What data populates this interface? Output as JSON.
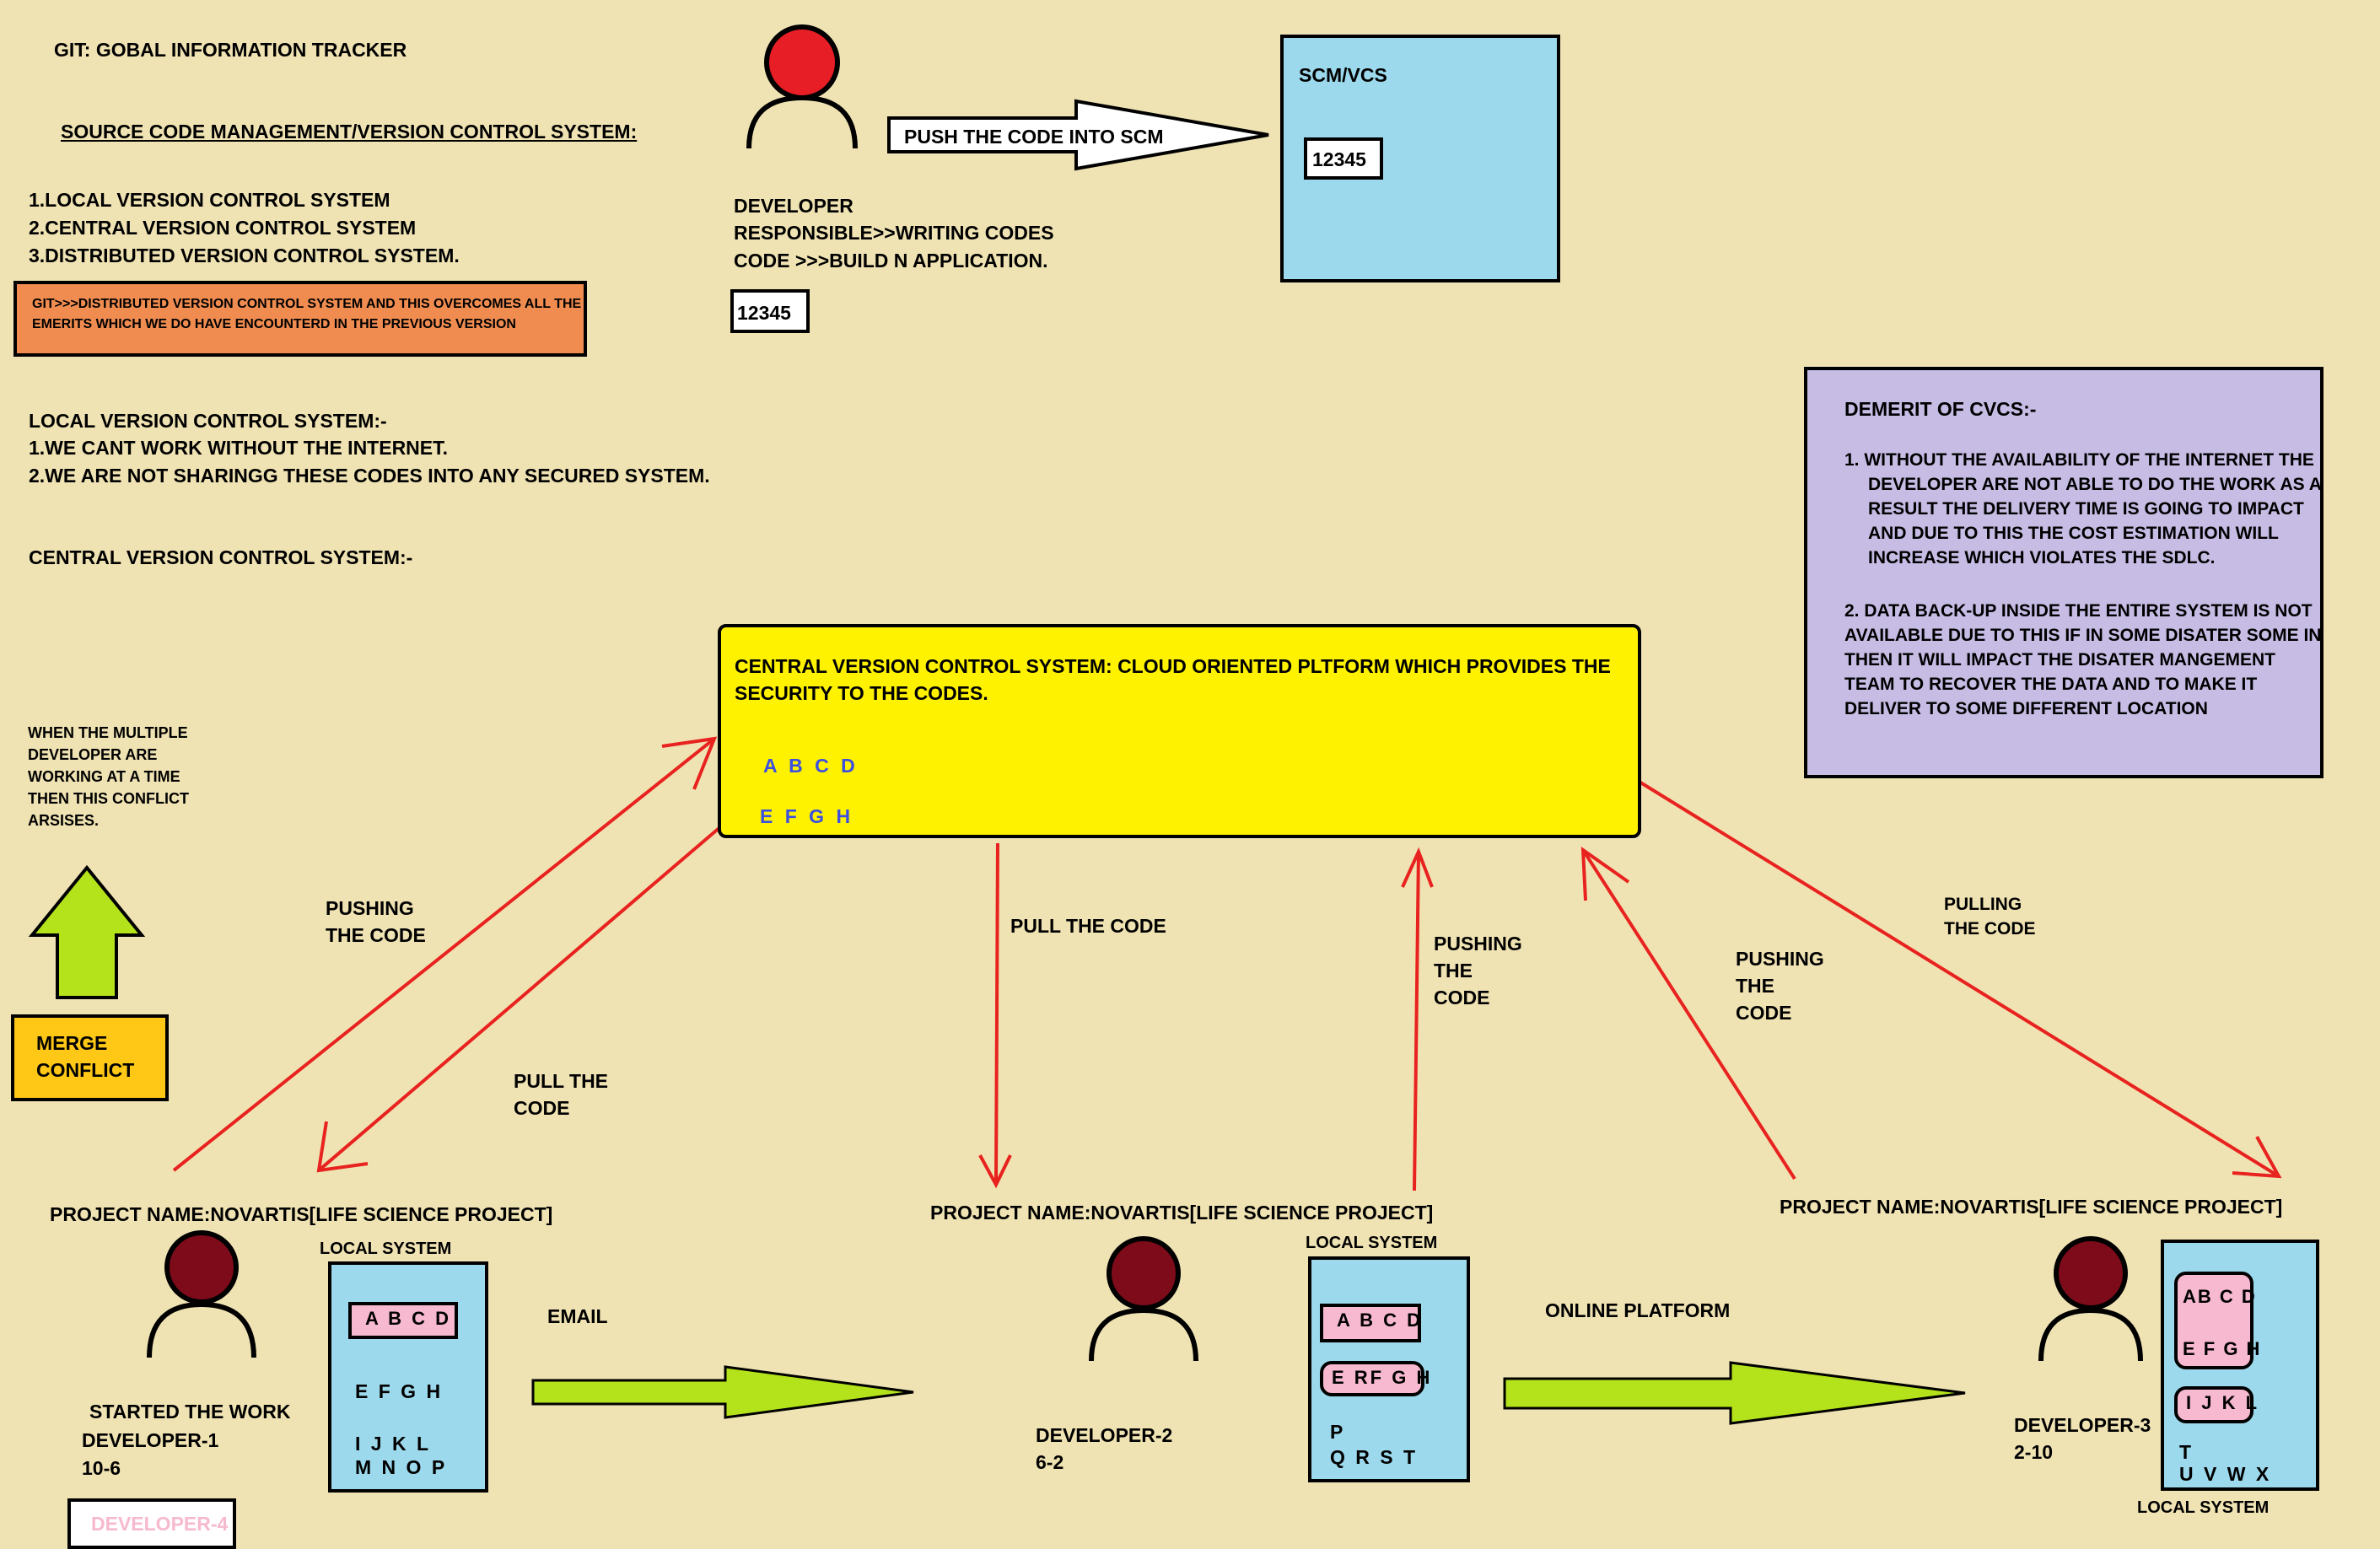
{
  "header": {
    "title": "GIT: GOBAL INFORMATION TRACKER",
    "scm_heading": "SOURCE CODE MANAGEMENT/VERSION CONTROL SYSTEM:",
    "vcs_types": [
      "1.LOCAL VERSION CONTROL SYSTEM",
      "2.CENTRAL VERSION CONTROL SYSTEM",
      "3.DISTRIBUTED VERSION CONTROL SYSTEM."
    ],
    "git_note": [
      "GIT>>>DISTRIBUTED VERSION CONTROL SYSTEM AND THIS OVERCOMES ALL THE",
      "EMERITS WHICH WE DO HAVE ENCOUNTERD IN THE PREVIOUS VERSION"
    ]
  },
  "local_vcs": {
    "heading": "LOCAL VERSION CONTROL SYSTEM:-",
    "points": [
      "1.WE CANT WORK WITHOUT THE INTERNET.",
      "2.WE ARE NOT SHARINGG THESE CODES INTO ANY SECURED SYSTEM."
    ]
  },
  "central_vcs_heading": "CENTRAL VERSION CONTROL SYSTEM:-",
  "top_developer": {
    "lines": [
      "DEVELOPER",
      "RESPONSIBLE>>WRITING CODES",
      "CODE >>>BUILD N APPLICATION."
    ],
    "code": "12345",
    "push_label": "PUSH THE CODE INTO SCM"
  },
  "scm_box": {
    "title": "SCM/VCS",
    "code": "12345"
  },
  "cvcs_box": {
    "title_lines": [
      "CENTRAL VERSION CONTROL SYSTEM: CLOUD ORIENTED PLTFORM WHICH PROVIDES THE",
      "SECURITY TO THE CODES."
    ],
    "code_lines": [
      "A B C D",
      "E F G H"
    ]
  },
  "demerit": {
    "title": "DEMERIT OF CVCS:-",
    "point1": [
      "1. WITHOUT THE AVAILABILITY OF THE INTERNET THE",
      "DEVELOPER ARE NOT ABLE TO DO THE WORK AS A",
      "RESULT THE DELIVERY TIME IS GOING TO IMPACT",
      "AND DUE TO THIS THE COST ESTIMATION WILL",
      "INCREASE WHICH VIOLATES THE SDLC."
    ],
    "point2": [
      "2. DATA BACK-UP INSIDE THE ENTIRE SYSTEM IS NOT",
      "AVAILABLE DUE TO THIS IF IN SOME DISATER SOME IN",
      "THEN IT WILL IMPACT THE DISATER MANGEMENT",
      "TEAM TO RECOVER THE DATA AND TO MAKE IT",
      "DELIVER TO SOME DIFFERENT LOCATION"
    ]
  },
  "conflict_note": [
    "WHEN THE MULTIPLE",
    "DEVELOPER ARE",
    "WORKING AT A TIME",
    "THEN THIS CONFLICT",
    "ARSISES."
  ],
  "merge_conflict": [
    "MERGE",
    "CONFLICT"
  ],
  "arrow_labels": {
    "push1": [
      "PUSHING",
      "THE CODE"
    ],
    "pull1": [
      "PULL THE",
      "CODE"
    ],
    "pull2": "PULL THE CODE",
    "push2": [
      "PUSHING",
      "THE",
      "CODE"
    ],
    "push3": [
      "PUSHING",
      "THE",
      "CODE"
    ],
    "pull3": [
      "PULLING",
      "THE CODE"
    ],
    "email": "EMAIL",
    "online": "ONLINE PLATFORM"
  },
  "project_name": "PROJECT NAME:NOVARTIS[LIFE SCIENCE PROJECT]",
  "local_system": "LOCAL SYSTEM",
  "dev1": {
    "started": "STARTED THE WORK",
    "name": "DEVELOPER-1",
    "time": "10-6",
    "box_code": "A B C D",
    "lines": [
      "E F G H",
      "I J K L",
      "M N O P"
    ],
    "dev4": "DEVELOPER-4"
  },
  "dev2": {
    "name": "DEVELOPER-2",
    "time": "6-2",
    "box_codes": [
      "A B C D",
      "E RF G H"
    ],
    "lines": [
      "P",
      "Q R S T"
    ]
  },
  "dev3": {
    "name": "DEVELOPER-3",
    "time": "2-10",
    "box_codes": [
      "AB C D",
      "E F G H",
      "I J K L"
    ],
    "lines": [
      "T",
      "U V W X"
    ]
  },
  "colors": {
    "background": "#F0E3B3",
    "scm_box": "#9DD9EC",
    "cvcs_box": "#FFF200",
    "demerit_box": "#C6BCE4",
    "git_note": "#F08C50",
    "merge_conflict": "#FFC816",
    "arrow_red": "#E8231F",
    "arrow_green": "#B4E21B",
    "dev_head_top": "#E81E26",
    "dev_head": "#7D0B1A"
  }
}
